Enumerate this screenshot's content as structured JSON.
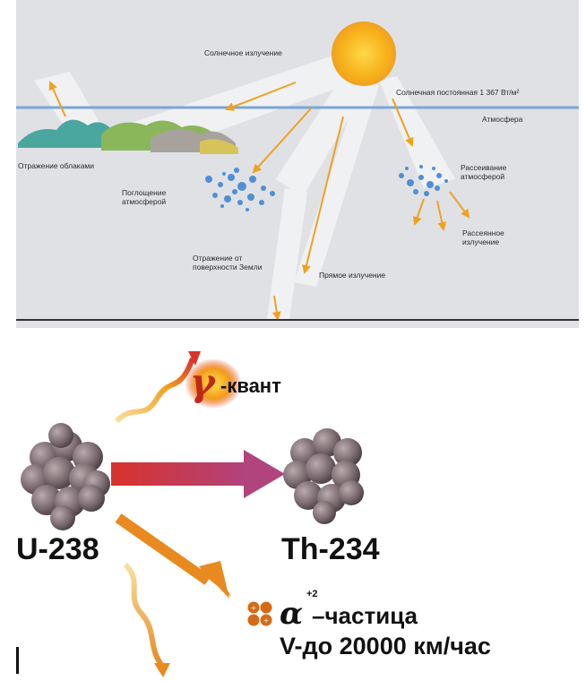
{
  "solar": {
    "labels": {
      "solar_radiation": "Солнечное излучение",
      "solar_constant": "Солнечная постоянная 1 367 Вт/м²",
      "atmosphere": "Атмосфера",
      "cloud_reflection": "Отражение облаками",
      "absorption": "Поглощение атмосферой",
      "scattering": "Рассеивание атмосферой",
      "scattered_radiation": "Рассеянное излучение",
      "surface_reflection": "Отражение от поверхности Земли",
      "direct_radiation": "Прямое излучение"
    },
    "colors": {
      "panel": "#dfe1e5",
      "sun": "#f7b21b",
      "arrow": "#f0a11e",
      "atmosphere_line": "#7aa6d6",
      "droplet": "#4f8fd6"
    }
  },
  "decay": {
    "gamma_symbol": "γ",
    "gamma_text": "-квант",
    "parent": "U-238",
    "daughter": "Th-234",
    "alpha_charge": "+2",
    "alpha_symbol": "α",
    "alpha_text": "–частица",
    "alpha_speed": "V-до 20000 км/час",
    "colors": {
      "nucleus": "#7d6d72",
      "main_arrow_start": "#d8322b",
      "main_arrow_end": "#b1437d",
      "orange_arrow": "#e88a20",
      "proton": "#d66a14"
    }
  }
}
